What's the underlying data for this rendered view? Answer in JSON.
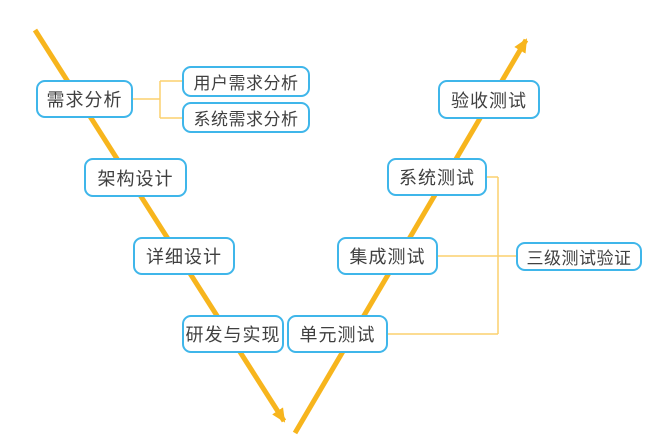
{
  "diagram": {
    "type": "v-model-flowchart",
    "nodes": [
      {
        "id": "requirements-analysis",
        "label": "需求分析"
      },
      {
        "id": "user-requirements-analysis",
        "label": "用户需求分析"
      },
      {
        "id": "system-requirements-analysis",
        "label": "系统需求分析"
      },
      {
        "id": "architecture-design",
        "label": "架构设计"
      },
      {
        "id": "detailed-design",
        "label": "详细设计"
      },
      {
        "id": "development-and-implementation",
        "label": "研发与实现"
      },
      {
        "id": "unit-testing",
        "label": "单元测试"
      },
      {
        "id": "integration-testing",
        "label": "集成测试"
      },
      {
        "id": "system-testing",
        "label": "系统测试"
      },
      {
        "id": "acceptance-testing",
        "label": "验收测试"
      },
      {
        "id": "three-level-test-verification",
        "label": "三级测试验证"
      }
    ],
    "edges": [
      {
        "from": "requirements-analysis",
        "to": "user-requirements-analysis",
        "style": "thin-connector"
      },
      {
        "from": "requirements-analysis",
        "to": "system-requirements-analysis",
        "style": "thin-connector"
      },
      {
        "from": "system-testing",
        "to": "three-level-test-verification",
        "style": "thin-connector"
      },
      {
        "from": "integration-testing",
        "to": "three-level-test-verification",
        "style": "thin-connector"
      },
      {
        "from": "unit-testing",
        "to": "three-level-test-verification",
        "style": "thin-connector"
      },
      {
        "from": "top-left",
        "to": "bottom-vertex",
        "style": "thick-arrow-down"
      },
      {
        "from": "bottom-vertex",
        "to": "top-right",
        "style": "thick-arrow-up"
      }
    ],
    "colors": {
      "node_border": "#3fb6ea",
      "node_fill": "#ffffff",
      "arrow": "#f7b51d",
      "connector": "#fbd06e",
      "text": "#404040",
      "background": "#ffffff"
    }
  }
}
